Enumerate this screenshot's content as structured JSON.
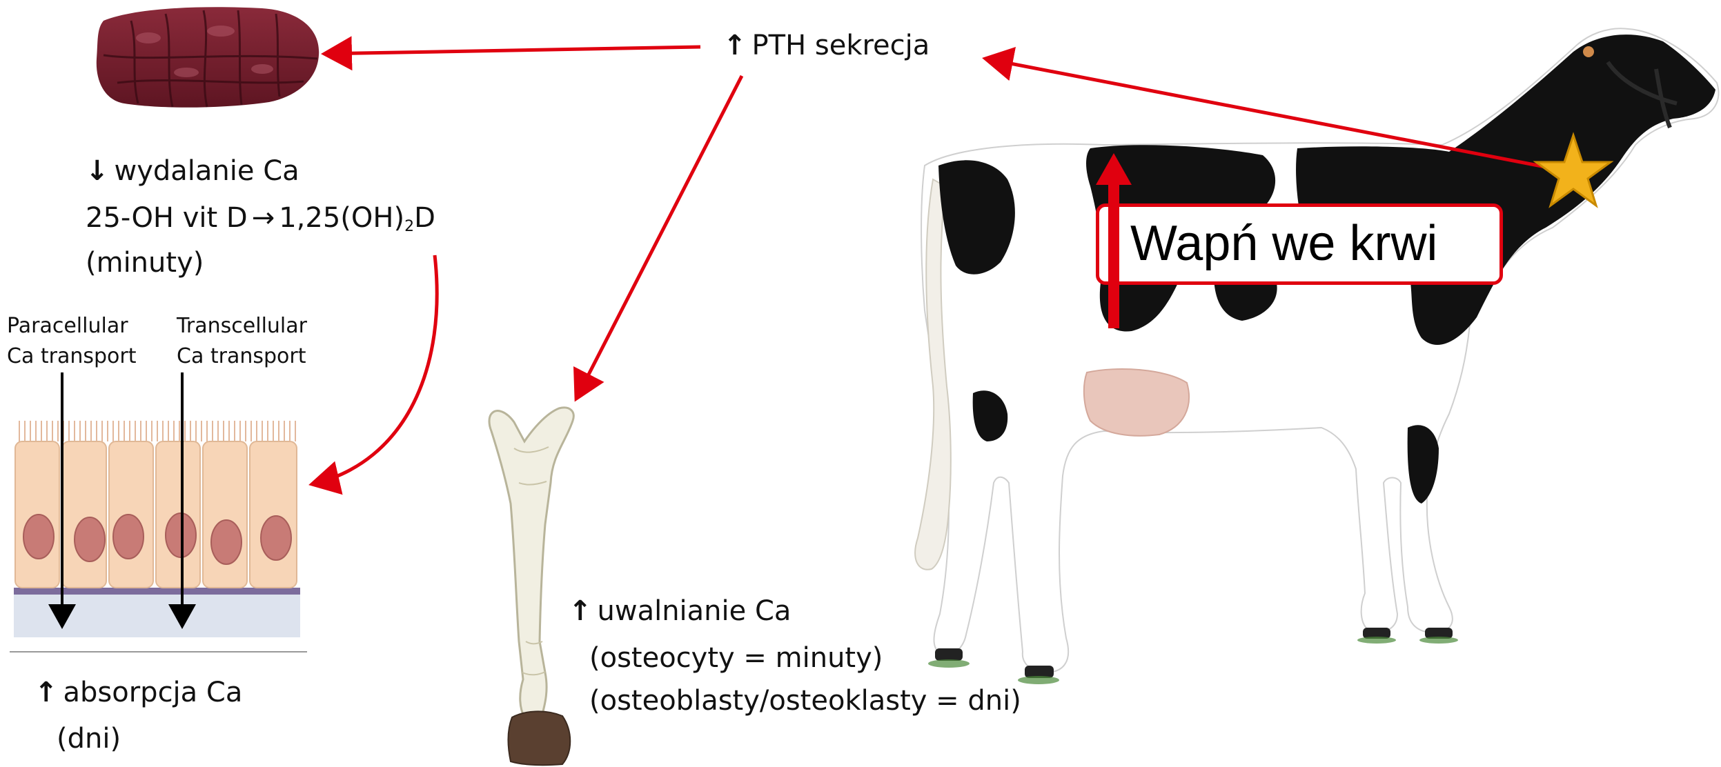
{
  "pth": {
    "arrow": "↑",
    "text": "PTH sekrecja"
  },
  "kidney": {
    "arrow": "↓",
    "line1": "wydalanie Ca",
    "line2_a": "25-OH vit D",
    "line2_arrow": "→",
    "line2_b": "1,25(OH)",
    "line2_sub": "2",
    "line2_c": "D",
    "line3": "(minuty)"
  },
  "intestine": {
    "label_para": "Paracellular Ca transport",
    "label_para_1": "Paracellular",
    "label_para_2": "Ca transport",
    "label_trans_1": "Transcellular",
    "label_trans_2": "Ca transport",
    "arrow": "↑",
    "line1": "absorpcja Ca",
    "line2": "(dni)"
  },
  "bone": {
    "arrow": "↑",
    "line1": "uwalnianie Ca",
    "line2": "(osteocyty = minuty)",
    "line3": "(osteoblasty/osteoklasty = dni)"
  },
  "blood": {
    "text": "Wapń we krwi"
  },
  "colors": {
    "accent_red": "#e0000f",
    "star": "#f2b21b"
  }
}
